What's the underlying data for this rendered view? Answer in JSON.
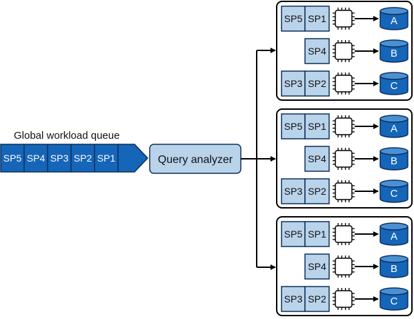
{
  "queue": {
    "title": "Global workload queue",
    "items": [
      "SP5",
      "SP4",
      "SP3",
      "SP2",
      "SP1"
    ]
  },
  "analyzer": {
    "label": "Query analyzer"
  },
  "clusters": [
    {
      "rows": [
        {
          "left": "SP5",
          "right": "SP1",
          "db": "A"
        },
        {
          "left": "",
          "right": "SP4",
          "db": "B"
        },
        {
          "left": "SP3",
          "right": "SP2",
          "db": "C"
        }
      ]
    },
    {
      "rows": [
        {
          "left": "SP5",
          "right": "SP1",
          "db": "A"
        },
        {
          "left": "",
          "right": "SP4",
          "db": "B"
        },
        {
          "left": "SP3",
          "right": "SP2",
          "db": "C"
        }
      ]
    },
    {
      "rows": [
        {
          "left": "SP5",
          "right": "SP1",
          "db": "A"
        },
        {
          "left": "",
          "right": "SP4",
          "db": "B"
        },
        {
          "left": "SP3",
          "right": "SP2",
          "db": "C"
        }
      ]
    }
  ],
  "colors": {
    "dark_blue": "#1565b8",
    "light_blue": "#b9d3ea",
    "outline": "#0d2f5a",
    "cylinder_top": "#4a90d4"
  }
}
